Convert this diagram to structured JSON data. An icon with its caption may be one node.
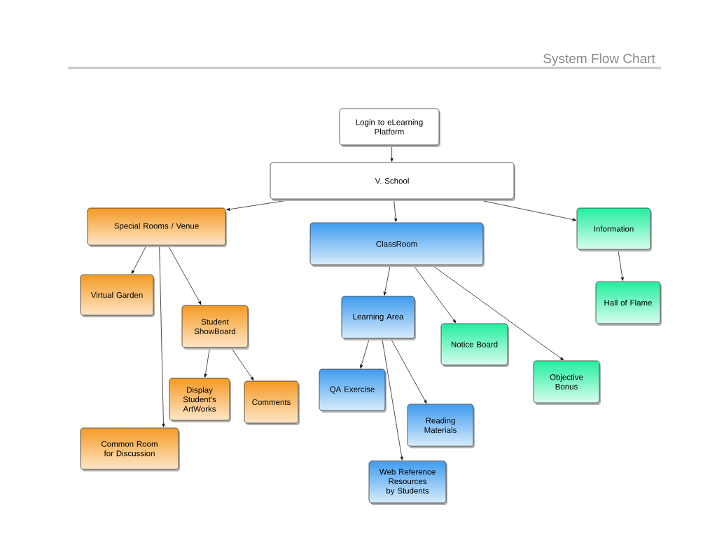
{
  "diagram": {
    "title": "System Flow Chart",
    "nodes": [
      {
        "text": [
          "Login to eLearning Platform"
        ]
      },
      {
        "text": [
          "V. School"
        ]
      },
      {
        "text": [
          "Special Rooms / Venue"
        ]
      },
      {
        "text": [
          "ClassRoom"
        ]
      },
      {
        "text": [
          "Information"
        ]
      },
      {
        "text": [
          "Virtual Garden"
        ]
      },
      {
        "text": [
          "Student ShowBoard"
        ]
      },
      {
        "text": [
          "Learning Area"
        ]
      },
      {
        "text": [
          "Notice Board"
        ]
      },
      {
        "text": [
          "Hall of Flame"
        ]
      },
      {
        "text": [
          "Display Student's ArtWorks"
        ]
      },
      {
        "text": [
          "Comments"
        ]
      },
      {
        "text": [
          "QA Exercise"
        ]
      },
      {
        "text": [
          "Objective Bonus"
        ]
      },
      {
        "text": [
          "Reading Materials"
        ]
      },
      {
        "text": [
          "Common Room for Discussion"
        ]
      },
      {
        "text": [
          "Web Reference Resources by Students"
        ]
      }
    ],
    "edges": [
      {
        "from": 0,
        "to": 1,
        "arrow": "to"
      },
      {
        "from": 1,
        "to": 2,
        "arrow": "to"
      },
      {
        "from": 1,
        "to": 3,
        "arrow": "to"
      },
      {
        "from": 1,
        "to": 4,
        "arrow": "to"
      },
      {
        "from": 2,
        "to": 5,
        "arrow": "to"
      },
      {
        "from": 2,
        "to": 15,
        "arrow": "to"
      },
      {
        "from": 2,
        "to": 6,
        "arrow": "to"
      },
      {
        "from": 6,
        "to": 10,
        "arrow": "to"
      },
      {
        "from": 6,
        "to": 11,
        "arrow": "to"
      },
      {
        "from": 3,
        "to": 7,
        "arrow": "to"
      },
      {
        "from": 3,
        "to": 8,
        "arrow": "to"
      },
      {
        "from": 3,
        "to": 13,
        "arrow": "to"
      },
      {
        "from": 4,
        "to": 9,
        "arrow": "to"
      },
      {
        "from": 7,
        "to": 12,
        "arrow": "to"
      },
      {
        "from": 7,
        "to": 16,
        "arrow": "to"
      },
      {
        "from": 7,
        "to": 14,
        "arrow": "to"
      }
    ]
  }
}
